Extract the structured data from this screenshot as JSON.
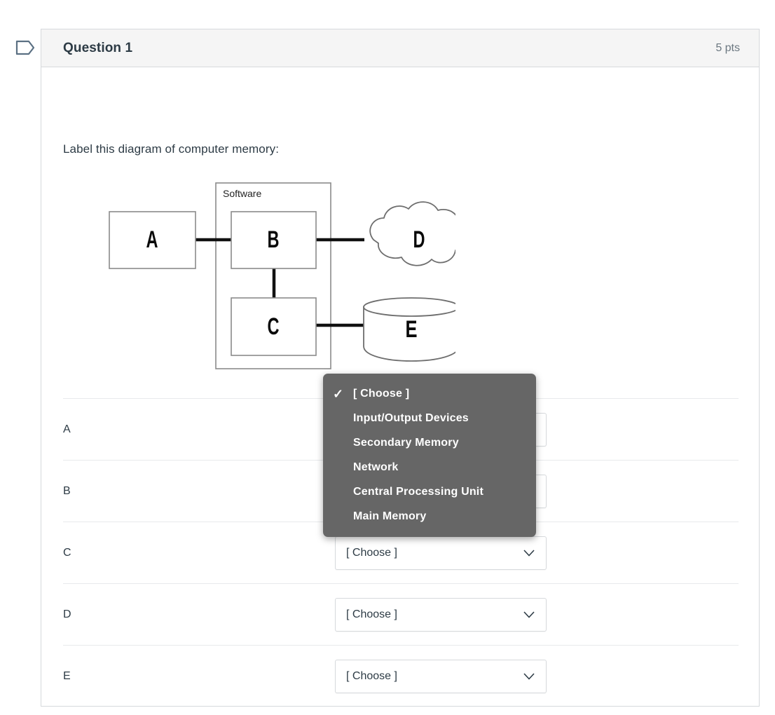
{
  "flag": {
    "icon": "flag-outline-icon"
  },
  "header": {
    "title": "Question 1",
    "points": "5 pts"
  },
  "prompt": "Label this diagram of computer memory:",
  "diagram": {
    "container_label": "Software",
    "nodes": [
      {
        "id": "A",
        "label": "A",
        "shape": "rectangle"
      },
      {
        "id": "B",
        "label": "B",
        "shape": "rectangle"
      },
      {
        "id": "C",
        "label": "C",
        "shape": "rectangle"
      },
      {
        "id": "D",
        "label": "D",
        "shape": "cloud"
      },
      {
        "id": "E",
        "label": "E",
        "shape": "cylinder"
      }
    ]
  },
  "answers": {
    "rows": [
      {
        "label": "A",
        "value": "[ Choose ]"
      },
      {
        "label": "B",
        "value": "[ Choose ]"
      },
      {
        "label": "C",
        "value": "[ Choose ]"
      },
      {
        "label": "D",
        "value": "[ Choose ]"
      },
      {
        "label": "E",
        "value": "[ Choose ]"
      }
    ]
  },
  "dropdown": {
    "open_for_row": "A",
    "selected": "[ Choose ]",
    "check_glyph": "✓",
    "options": [
      "[ Choose ]",
      "Input/Output Devices",
      "Secondary Memory",
      "Network",
      "Central Processing Unit",
      "Main Memory"
    ]
  },
  "colors": {
    "header_bg": "#f5f5f5",
    "border": "#d6d9dc",
    "text": "#2d3b45",
    "muted_text": "#6b7780",
    "menu_bg": "#666666",
    "menu_text": "#ffffff"
  }
}
